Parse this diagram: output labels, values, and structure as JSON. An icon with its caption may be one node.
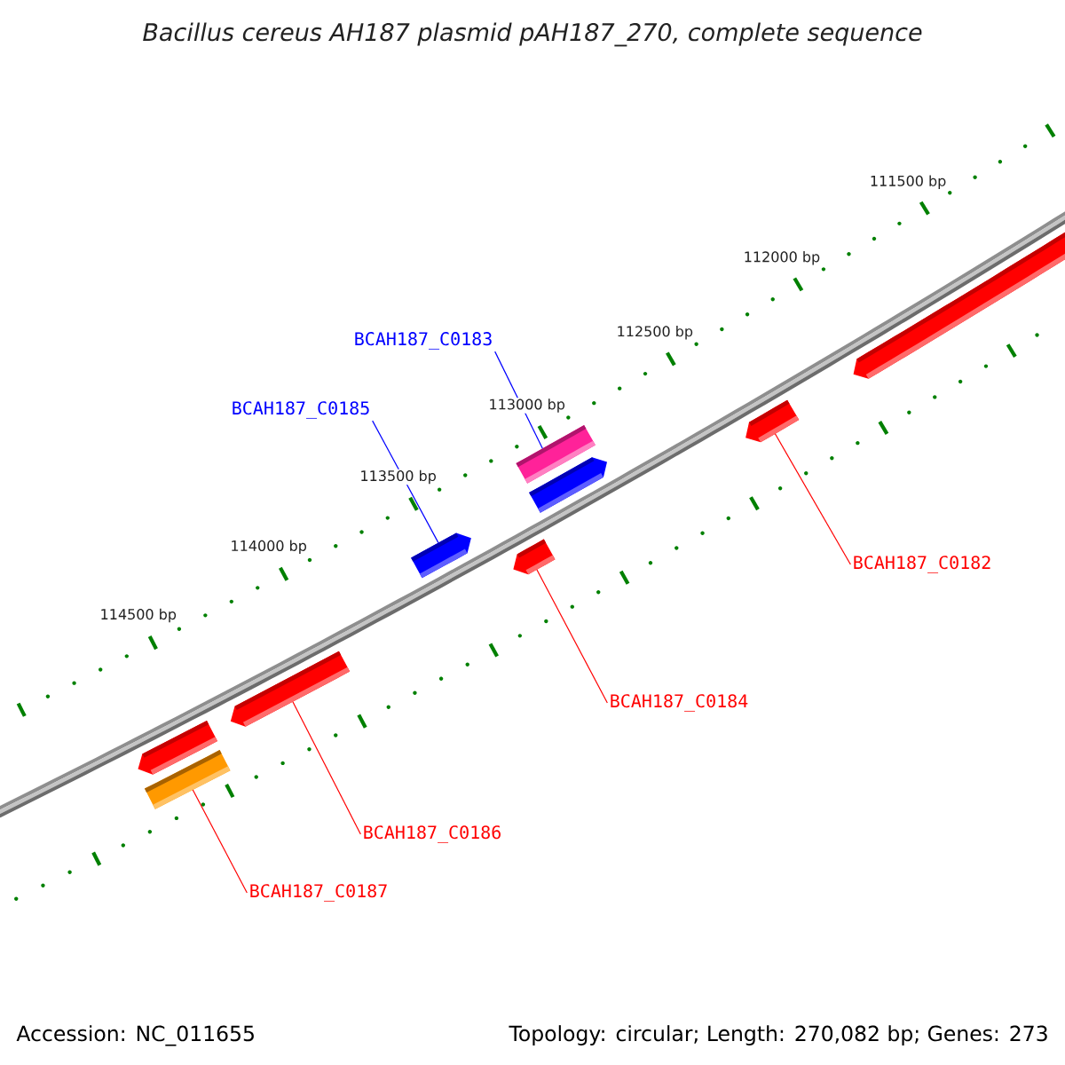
{
  "diagram": {
    "title": "Bacillus cereus AH187 plasmid pAH187_270, complete sequence",
    "nodes": [
      {
        "text": [],
        "shape": "pentagon"
      },
      {
        "text": [
          "BCAH187_C0183"
        ]
      },
      {
        "text": [
          "BCAH187_C0185"
        ]
      },
      {
        "text": [],
        "shape": "pentagon"
      },
      {
        "text": [],
        "shape": "bar"
      },
      {
        "text": [],
        "shape": "pentagon"
      },
      {
        "text": [],
        "shape": "pentagon"
      },
      {
        "text": [],
        "shape": "pentagon"
      },
      {
        "text": [
          "BCAH187_C0182"
        ]
      },
      {
        "text": [],
        "shape": "pentagon"
      },
      {
        "text": [
          "BCAH187_C0184"
        ]
      },
      {
        "text": [],
        "shape": "pentagon"
      },
      {
        "text": [],
        "shape": "bar"
      },
      {
        "text": [
          "BCAH187_C0186"
        ]
      },
      {
        "text": [
          "BCAH187_C0187"
        ]
      }
    ],
    "edges": [
      {
        "from": 1,
        "to": 4,
        "arrow": "none",
        "color": "#0000ff"
      },
      {
        "from": 2,
        "to": 6,
        "arrow": "none",
        "color": "#0000ff"
      },
      {
        "from": 8,
        "to": 3,
        "arrow": "none"
      },
      {
        "from": 10,
        "to": 7,
        "arrow": "none"
      },
      {
        "from": 13,
        "to": 9,
        "arrow": "none"
      },
      {
        "from": 14,
        "to": 12,
        "arrow": "none"
      }
    ],
    "labels": [
      "111500 bp",
      "112000 bp",
      "112500 bp",
      "113000 bp",
      "113500 bp",
      "114000 bp",
      "114500 bp",
      "Accession: NC_011655",
      "Topology: circular; Length: 270,082 bp; Genes: 273"
    ]
  }
}
